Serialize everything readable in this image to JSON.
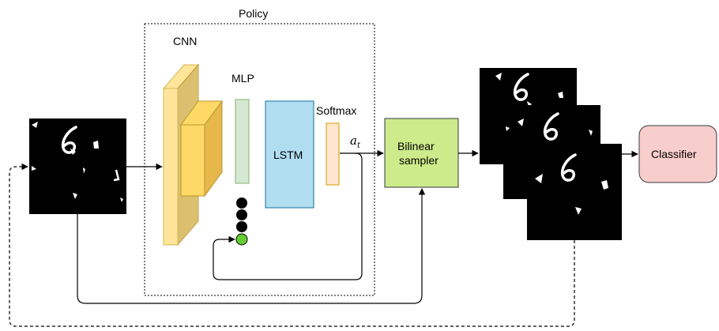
{
  "labels": {
    "policy": "Policy",
    "cnn": "CNN",
    "mlp": "MLP",
    "lstm": "LSTM",
    "softmax": "Softmax",
    "action": "a",
    "action_sub": "t",
    "sampler_line1": "Bilinear",
    "sampler_line2": "sampler",
    "classifier": "Classifier"
  },
  "colors": {
    "cnn_front": "#fff2cc",
    "cnn_side": "#d6b656",
    "cnn_inner": "#ffd966",
    "mlp_fill": "#d5e8d4",
    "mlp_stroke": "#82b366",
    "lstm_fill": "#b1ddf0",
    "lstm_stroke": "#10739e",
    "softmax_fill": "#ffe6cc",
    "softmax_stroke": "#d79b00",
    "sampler_fill": "#cdeb8b",
    "sampler_stroke": "#36393d",
    "classifier_fill": "#f8cecc",
    "classifier_stroke": "#36393d",
    "node_green": "#66cc33"
  }
}
